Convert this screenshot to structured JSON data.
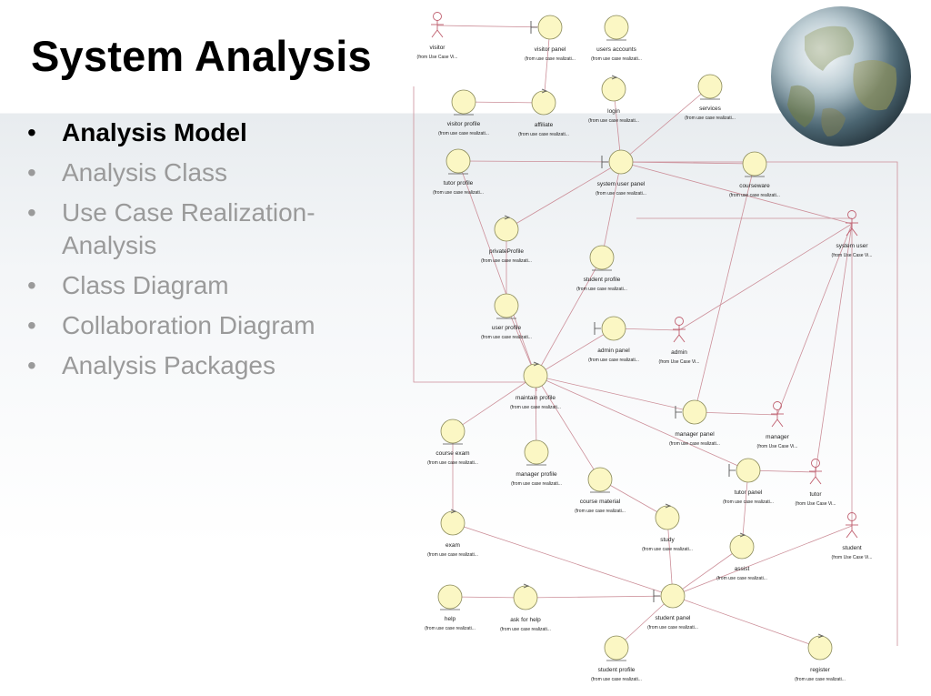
{
  "slide": {
    "title": "System Analysis",
    "bullets": [
      {
        "text": "Analysis Model",
        "active": true
      },
      {
        "text": "Analysis Class",
        "active": false
      },
      {
        "text": "Use Case Realization-Analysis",
        "active": false
      },
      {
        "text": "Class Diagram",
        "active": false
      },
      {
        "text": "Collaboration Diagram",
        "active": false
      },
      {
        "text": "Analysis Packages",
        "active": false
      }
    ]
  },
  "colors": {
    "node_fill": "#fbf7c4",
    "node_stroke": "#8a8a5a",
    "edge": "#cc8f99",
    "actor": "#c06070"
  },
  "diagram": {
    "nodes": [
      {
        "id": "visitor",
        "kind": "actor",
        "label": "visitor",
        "sub": "(from Use Case Vi..."
      },
      {
        "id": "visitor_panel",
        "kind": "boundary",
        "label": "visitor panel",
        "sub": "(from use case realizati..."
      },
      {
        "id": "users_accounts",
        "kind": "entity",
        "label": "users accounts",
        "sub": "(from use case realizati..."
      },
      {
        "id": "login",
        "kind": "control",
        "label": "login",
        "sub": "(from use case realizati..."
      },
      {
        "id": "services",
        "kind": "entity",
        "label": "services",
        "sub": "(from use case realizati..."
      },
      {
        "id": "visitor_profile",
        "kind": "entity",
        "label": "visitor profile",
        "sub": "(from use case realizati..."
      },
      {
        "id": "affiliate",
        "kind": "control",
        "label": "affiliate",
        "sub": "(from use case realizati..."
      },
      {
        "id": "tutor_profile",
        "kind": "entity",
        "label": "tutor profile",
        "sub": "(from use case realizati..."
      },
      {
        "id": "system_user_panel",
        "kind": "boundary",
        "label": "system user panel",
        "sub": "(from use case realizati..."
      },
      {
        "id": "courseware",
        "kind": "entity",
        "label": "courseware",
        "sub": "(from use case realizati..."
      },
      {
        "id": "system_user",
        "kind": "actor",
        "label": "system user",
        "sub": "(from Use Case Vi..."
      },
      {
        "id": "privateProfile",
        "kind": "control",
        "label": "privateProfile",
        "sub": "(from use case realizati..."
      },
      {
        "id": "student_profile_top",
        "kind": "entity",
        "label": "student profile",
        "sub": "(from use case realizati..."
      },
      {
        "id": "user_profile",
        "kind": "entity",
        "label": "user profile",
        "sub": "(from use case realizati..."
      },
      {
        "id": "admin_panel",
        "kind": "boundary",
        "label": "admin panel",
        "sub": "(from use case realizati..."
      },
      {
        "id": "admin",
        "kind": "actor",
        "label": "admin",
        "sub": "(from Use Case Vi..."
      },
      {
        "id": "maintain_profile",
        "kind": "control",
        "label": "maintain profile",
        "sub": "(from use case realizati..."
      },
      {
        "id": "manager_panel",
        "kind": "boundary",
        "label": "manager panel",
        "sub": "(from use case realizati..."
      },
      {
        "id": "manager",
        "kind": "actor",
        "label": "manager",
        "sub": "(from Use Case Vi..."
      },
      {
        "id": "course_exam",
        "kind": "entity",
        "label": "course exam",
        "sub": "(from use case realizati..."
      },
      {
        "id": "manager_profile",
        "kind": "entity",
        "label": "manager profile",
        "sub": "(from use case realizati..."
      },
      {
        "id": "course_material",
        "kind": "entity",
        "label": "course material",
        "sub": "(from use case realizati..."
      },
      {
        "id": "tutor_panel",
        "kind": "boundary",
        "label": "tutor panel",
        "sub": "(from use case realizati..."
      },
      {
        "id": "tutor",
        "kind": "actor",
        "label": "tutor",
        "sub": "(from Use Case Vi..."
      },
      {
        "id": "exam",
        "kind": "control",
        "label": "exam",
        "sub": "(from use case realizati..."
      },
      {
        "id": "study",
        "kind": "control",
        "label": "study",
        "sub": "(from use case realizati..."
      },
      {
        "id": "assist",
        "kind": "control",
        "label": "assist",
        "sub": "(from use case realizati..."
      },
      {
        "id": "student",
        "kind": "actor",
        "label": "student",
        "sub": "(from Use Case Vi..."
      },
      {
        "id": "help",
        "kind": "entity",
        "label": "help",
        "sub": "(from use case realizati..."
      },
      {
        "id": "ask_for_help",
        "kind": "control",
        "label": "ask for help",
        "sub": "(from use case realizati..."
      },
      {
        "id": "student_panel",
        "kind": "boundary",
        "label": "student panel",
        "sub": "(from use case realizati..."
      },
      {
        "id": "student_profile_bottom",
        "kind": "entity",
        "label": "student profile",
        "sub": "(from use case realizati..."
      },
      {
        "id": "register",
        "kind": "control",
        "label": "register",
        "sub": "(from use case realizati..."
      }
    ],
    "edges": [
      [
        "visitor",
        "visitor_panel"
      ],
      [
        "visitor_panel",
        "affiliate"
      ],
      [
        "affiliate",
        "visitor_profile"
      ],
      [
        "login",
        "system_user_panel"
      ],
      [
        "services",
        "system_user_panel"
      ],
      [
        "system_user_panel",
        "tutor_profile"
      ],
      [
        "system_user_panel",
        "courseware"
      ],
      [
        "system_user_panel",
        "privateProfile"
      ],
      [
        "system_user_panel",
        "student_profile_top"
      ],
      [
        "system_user_panel",
        "system_user"
      ],
      [
        "privateProfile",
        "user_profile"
      ],
      [
        "user_profile",
        "maintain_profile"
      ],
      [
        "student_profile_top",
        "maintain_profile"
      ],
      [
        "tutor_profile",
        "maintain_profile"
      ],
      [
        "admin",
        "admin_panel"
      ],
      [
        "admin",
        "system_user"
      ],
      [
        "admin_panel",
        "maintain_profile"
      ],
      [
        "maintain_profile",
        "manager_panel"
      ],
      [
        "manager_panel",
        "manager"
      ],
      [
        "manager",
        "system_user"
      ],
      [
        "courseware",
        "manager_panel"
      ],
      [
        "maintain_profile",
        "manager_profile"
      ],
      [
        "maintain_profile",
        "course_exam"
      ],
      [
        "maintain_profile",
        "course_material"
      ],
      [
        "maintain_profile",
        "tutor_panel"
      ],
      [
        "tutor_panel",
        "tutor"
      ],
      [
        "tutor",
        "system_user"
      ],
      [
        "tutor_panel",
        "assist"
      ],
      [
        "course_exam",
        "exam"
      ],
      [
        "course_material",
        "study"
      ],
      [
        "exam",
        "student_panel"
      ],
      [
        "study",
        "student_panel"
      ],
      [
        "assist",
        "student_panel"
      ],
      [
        "help",
        "ask_for_help"
      ],
      [
        "ask_for_help",
        "student_panel"
      ],
      [
        "student_panel",
        "student"
      ],
      [
        "student",
        "system_user"
      ],
      [
        "student_panel",
        "student_profile_bottom"
      ],
      [
        "student_panel",
        "register"
      ]
    ]
  }
}
